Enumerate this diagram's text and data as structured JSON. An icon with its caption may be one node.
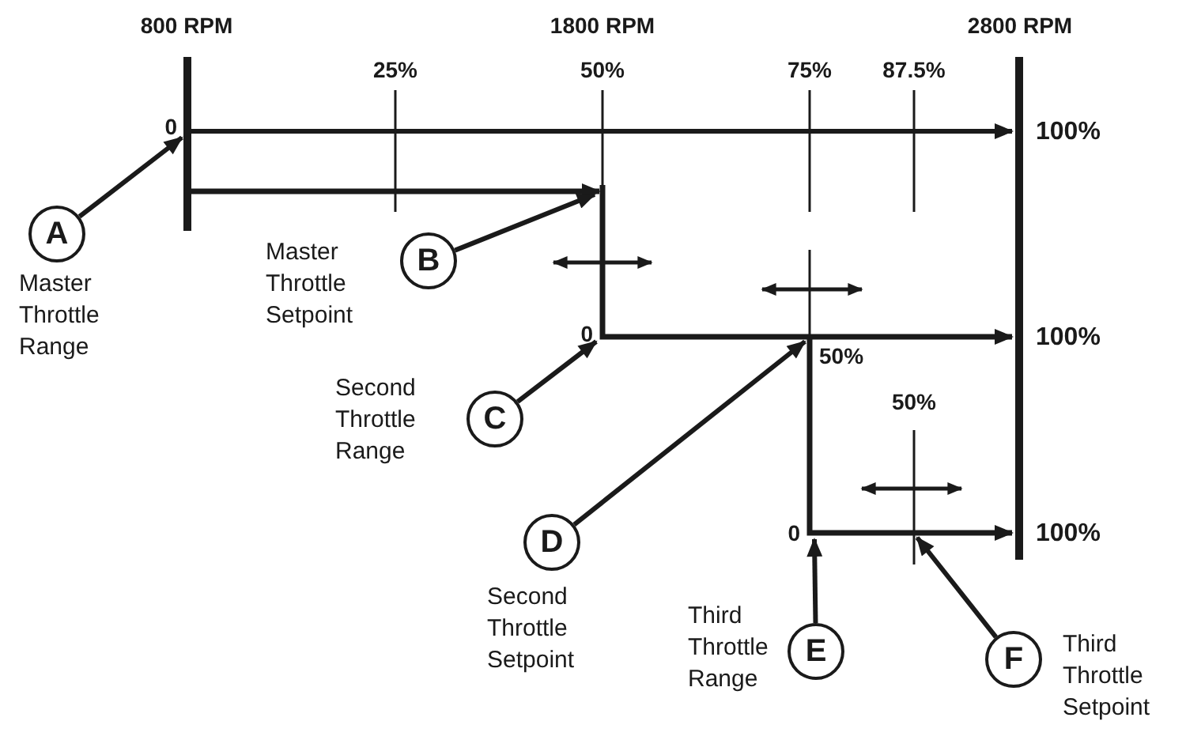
{
  "diagram": {
    "nodes": [
      {
        "text": [
          "A"
        ],
        "beside": [
          "Master Throttle Range"
        ]
      },
      {
        "text": [
          "B"
        ],
        "beside": [
          "Master Throttle Setpoint"
        ]
      },
      {
        "text": [
          "C"
        ],
        "beside": [
          "Second Throttle Range"
        ]
      },
      {
        "text": [
          "D"
        ],
        "beside": [
          "Second Throttle Setpoint"
        ]
      },
      {
        "text": [
          "E"
        ],
        "beside": [
          "Third Throttle Range"
        ]
      },
      {
        "text": [
          "F"
        ],
        "beside": [
          "Third Throttle Setpoint"
        ]
      },
      {
        "text": [],
        "shape": "line"
      },
      {
        "text": [],
        "shape": "line"
      },
      {
        "text": [],
        "shape": "line"
      },
      {
        "text": [],
        "shape": "line"
      },
      {
        "text": [],
        "shape": "line"
      }
    ],
    "edges": [
      {
        "from": 0,
        "to": 6,
        "arrow": "to"
      },
      {
        "from": 1,
        "to": 7,
        "arrow": "to"
      },
      {
        "from": 2,
        "to": 8,
        "arrow": "to"
      },
      {
        "from": 3,
        "to": 9,
        "arrow": "to"
      },
      {
        "from": 4,
        "to": 9,
        "arrow": "to"
      },
      {
        "from": 5,
        "to": 10,
        "arrow": "to"
      }
    ],
    "labels": [
      "800 RPM",
      "1800 RPM",
      "2800 RPM",
      "25%",
      "50%",
      "75%",
      "87.5%",
      "0",
      "100%",
      "0",
      "100%",
      "50%",
      "50%",
      "0",
      "100%"
    ]
  }
}
